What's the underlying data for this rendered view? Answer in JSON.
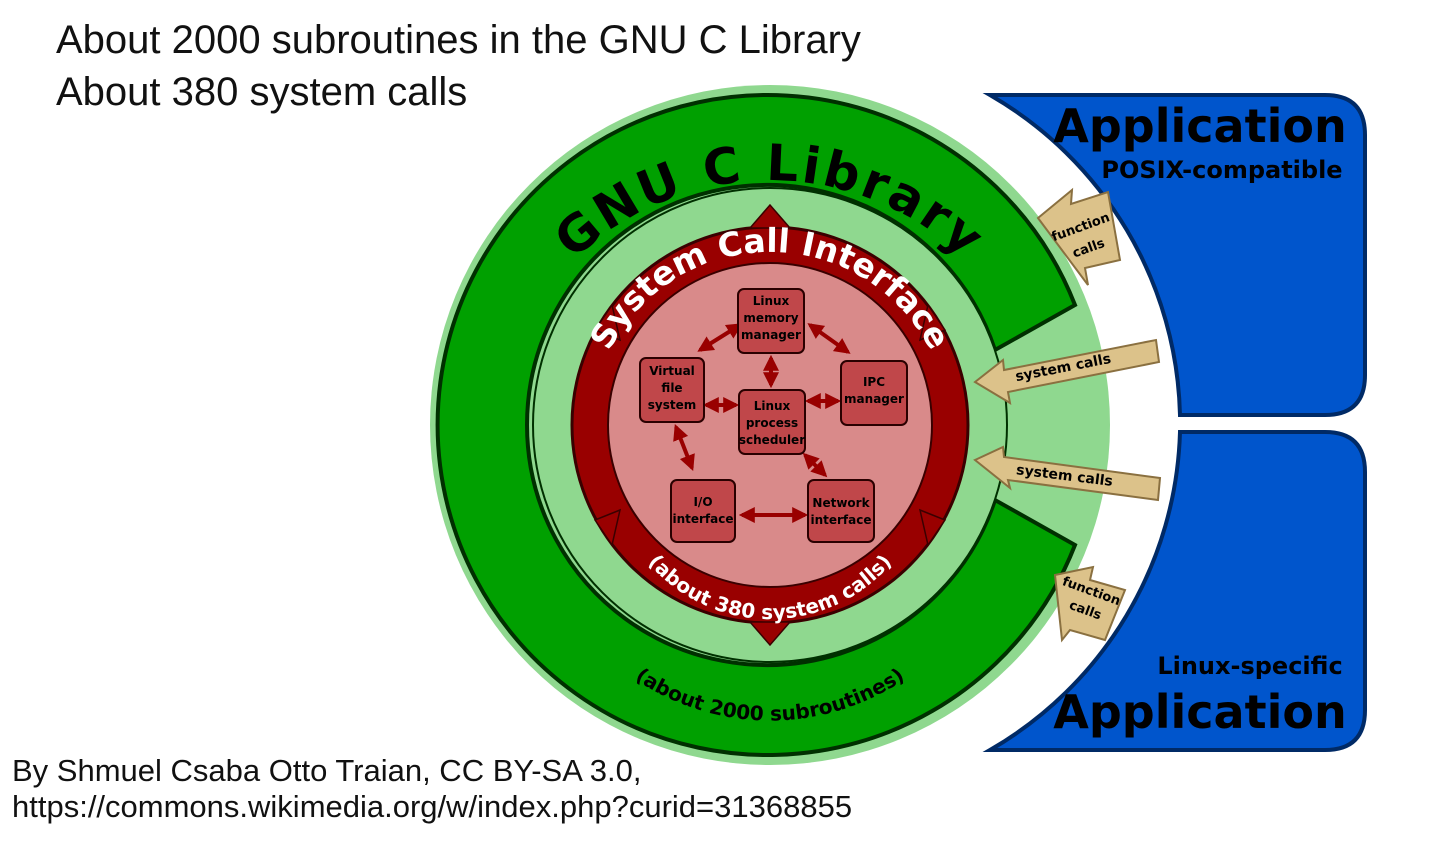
{
  "heading": {
    "line1": "About 2000 subroutines in the GNU C Library",
    "line2": "About 380 system calls"
  },
  "credit": {
    "line1": "By Shmuel Csaba Otto Traian, CC BY-SA 3.0,",
    "line2": "https://commons.wikimedia.org/w/index.php?curid=31368855"
  },
  "diagram": {
    "library": {
      "title": "GNU C Library",
      "subtitle": "(about 2000 subroutines)"
    },
    "sci": {
      "title": "System Call Interface",
      "subtitle": "(about 380 system calls)"
    },
    "kernel": [
      {
        "id": "memory",
        "lines": [
          "Linux",
          "memory",
          "manager"
        ]
      },
      {
        "id": "ipc",
        "lines": [
          "IPC",
          "manager"
        ]
      },
      {
        "id": "vfs",
        "lines": [
          "Virtual",
          "file",
          "system"
        ]
      },
      {
        "id": "scheduler",
        "lines": [
          "Linux",
          "process",
          "scheduler"
        ]
      },
      {
        "id": "io",
        "lines": [
          "I/O",
          "interface"
        ]
      },
      {
        "id": "network",
        "lines": [
          "Network",
          "interface"
        ]
      }
    ],
    "apps": {
      "posix": {
        "title": "Application",
        "subtitle": "POSIX-compatible"
      },
      "linux": {
        "title": "Application",
        "subtitle": "Linux-specific"
      }
    },
    "arrows": {
      "function_calls": [
        "function",
        "calls"
      ],
      "system_calls": "system calls"
    },
    "colors": {
      "ring_light": "#8fd88f",
      "ring_green": "#00a000",
      "ring_red": "#990000",
      "core_pink": "#d98a8a",
      "box_red": "#c0474a",
      "app_blue": "#0055cc",
      "arrow_tan": "#dcc28a"
    }
  }
}
